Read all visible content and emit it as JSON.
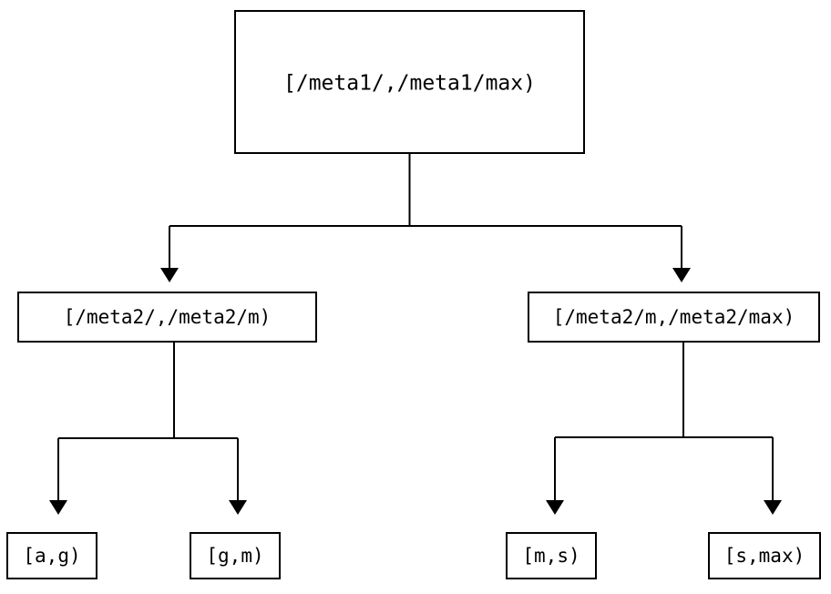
{
  "diagram": {
    "type": "tree",
    "title": "",
    "background_color": "#ffffff",
    "line_color": "#000000",
    "box_fill": "#ffffff",
    "nodes": {
      "root": {
        "label": "[/meta1/,/meta1/max)"
      },
      "mid_left": {
        "label": "[/meta2/,/meta2/m)"
      },
      "mid_right": {
        "label": "[/meta2/m,/meta2/max)"
      },
      "leaf_1": {
        "label": "[a,g)"
      },
      "leaf_2": {
        "label": "[g,m)"
      },
      "leaf_3": {
        "label": "[m,s)"
      },
      "leaf_4": {
        "label": "[s,max)"
      }
    }
  }
}
